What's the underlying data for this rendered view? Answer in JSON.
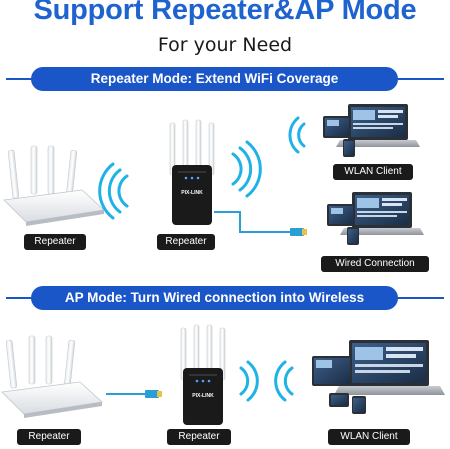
{
  "header": {
    "title": "Support Repeater&AP Mode",
    "subtitle": "For your Need"
  },
  "repeater_mode": {
    "banner": "Repeater Mode: Extend WiFi Coverage",
    "labels": {
      "router": "Repeater",
      "repeater": "Repeater",
      "wlan_client": "WLAN Client",
      "wired_connection": "Wired Connection"
    }
  },
  "ap_mode": {
    "banner": "AP Mode: Turn Wired connection into Wireless",
    "labels": {
      "router": "Repeater",
      "repeater": "Repeater",
      "wlan_client": "WLAN Client"
    }
  },
  "device": {
    "brand": "PIX-LINK"
  },
  "colors": {
    "brand_blue": "#1a56c8",
    "cable_blue": "#2a9fd6",
    "label_bg": "#1a1a1a"
  }
}
